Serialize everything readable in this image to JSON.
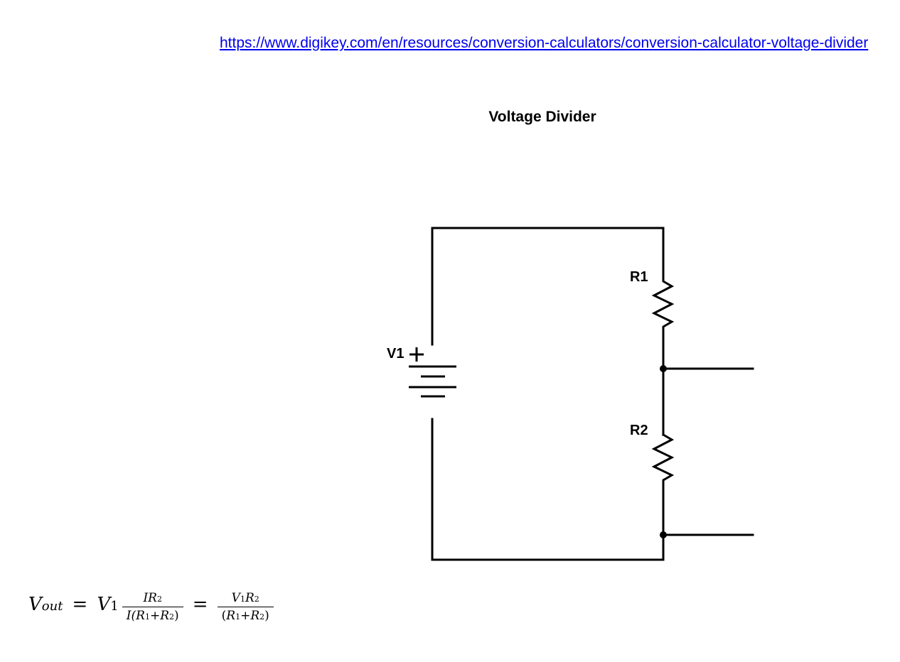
{
  "link": {
    "text": "https://www.digikey.com/en/resources/conversion-calculators/conversion-calculator-voltage-divider"
  },
  "title": "Voltage Divider",
  "circuit": {
    "source_label": "V1",
    "source_plus": "+",
    "r1_label": "R1",
    "r2_label": "R2"
  },
  "formula": {
    "V": "V",
    "out": "out",
    "eq1": "=",
    "V1_base": "V",
    "V1_sub": "1",
    "frac1_num_I": "I",
    "frac1_num_R": "R",
    "frac1_num_sub": "2",
    "frac1_den": "I(",
    "frac1_den_R1": "R",
    "frac1_den_sub1": "1",
    "frac1_den_plus": "+",
    "frac1_den_R2": "R",
    "frac1_den_sub2": "2",
    "frac1_den_close": ")",
    "eq2": "=",
    "frac2_num_V": "V",
    "frac2_num_sub1": "1",
    "frac2_num_R": "R",
    "frac2_num_sub2": "2",
    "frac2_den_open": "(",
    "frac2_den_R1": "R",
    "frac2_den_sub1": "1",
    "frac2_den_plus": "+",
    "frac2_den_R2": "R",
    "frac2_den_sub2": "2",
    "frac2_den_close": ")"
  }
}
